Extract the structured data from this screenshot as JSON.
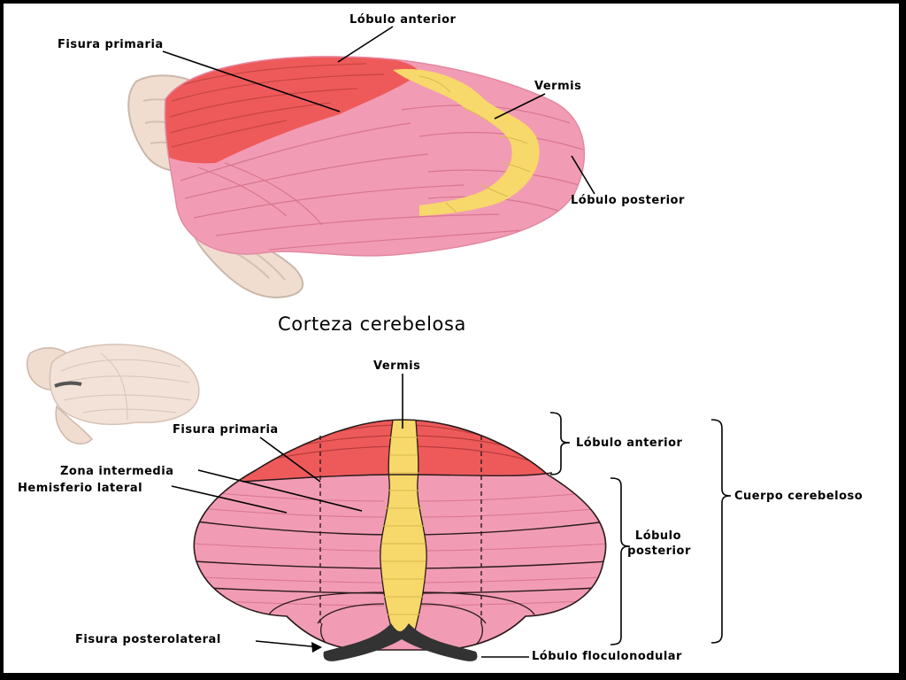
{
  "title": "Corteza cerebelosa",
  "top_view": {
    "labels": {
      "lobulo_anterior": "Lóbulo anterior",
      "fisura_primaria": "Fisura primaria",
      "vermis": "Vermis",
      "lobulo_posterior": "Lóbulo posterior"
    }
  },
  "bottom_view": {
    "labels": {
      "vermis": "Vermis",
      "fisura_primaria": "Fisura primaria",
      "zona_intermedia": "Zona intermedia",
      "hemisferio_lateral": "Hemisferio lateral",
      "fisura_posterolateral": "Fisura posterolateral",
      "lobulo_anterior": "Lóbulo anterior",
      "lobulo_posterior_line1": "Lóbulo",
      "lobulo_posterior_line2": "posterior",
      "cuerpo_cerebeloso": "Cuerpo cerebeloso",
      "lobulo_floculonodular": "Lóbulo floculonodular"
    }
  },
  "colors": {
    "anterior_lobe": "#ee5a5a",
    "posterior_lobe": "#f19cb4",
    "vermis": "#f7d86a",
    "brainstem": "#f0ddd0",
    "flocculus": "#333333",
    "outline": "#2a1a1a"
  }
}
